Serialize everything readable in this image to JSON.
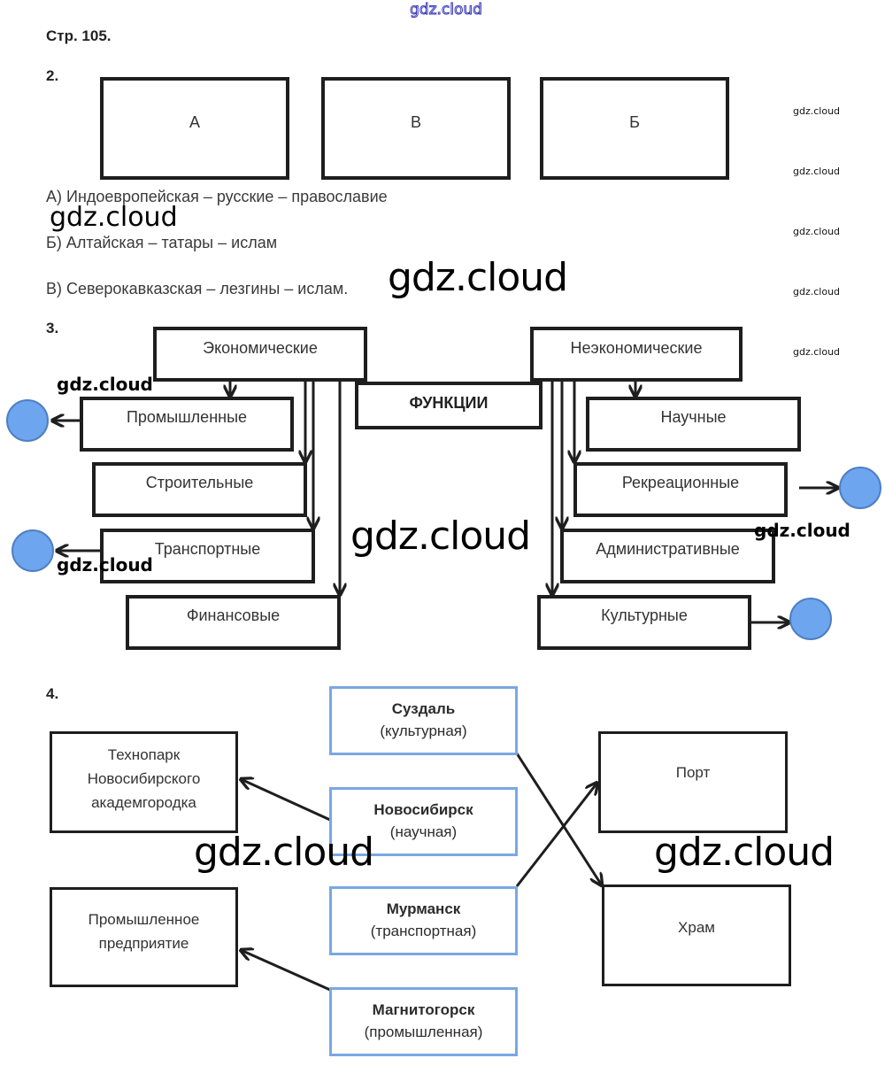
{
  "watermark": {
    "text": "gdz.cloud"
  },
  "page_label": "Стр. 105.",
  "task2": {
    "number": "2.",
    "boxes": [
      "А",
      "В",
      "Б"
    ],
    "answers": [
      "А) Индоевропейская – русские – православие",
      "Б) Алтайская – татары – ислам",
      "В) Северокавказская – лезгины – ислам."
    ]
  },
  "task3": {
    "number": "3.",
    "center": "ФУНКЦИИ",
    "economic": {
      "title": "Экономические",
      "items": [
        "Промышленные",
        "Строительные",
        "Транспортные",
        "Финансовые"
      ]
    },
    "non_economic": {
      "title": "Неэкономические",
      "items": [
        "Научные",
        "Рекреационные",
        "Административные",
        "Культурные"
      ]
    },
    "circle_color": "#6ea5ef"
  },
  "task4": {
    "number": "4.",
    "cities": [
      {
        "name": "Суздаль",
        "type": "(культурная)"
      },
      {
        "name": "Новосибирск",
        "type": "(научная)"
      },
      {
        "name": "Мурманск",
        "type": "(транспортная)"
      },
      {
        "name": "Магнитогорск",
        "type": "(промышленная)"
      }
    ],
    "left_targets": [
      [
        "Технопарк",
        "Новосибирского",
        "академгородка"
      ],
      [
        "Промышленное",
        "предприятие"
      ]
    ],
    "right_targets": [
      "Порт",
      "Храм"
    ],
    "city_border_color": "#7aa7e3"
  }
}
